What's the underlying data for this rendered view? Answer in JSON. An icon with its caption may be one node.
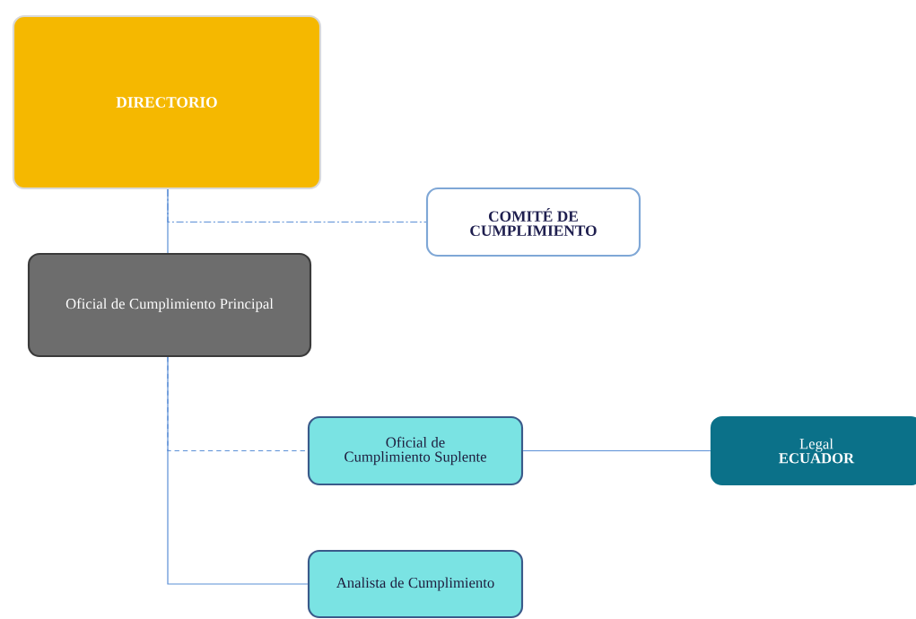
{
  "diagram": {
    "nodes": [
      {
        "text": [
          "DIRECTORIO"
        ]
      },
      {
        "text": [
          "COMITÉ DE CUMPLIMIENTO"
        ]
      },
      {
        "text": [
          "Oficial de Cumplimiento Principal"
        ]
      },
      {
        "text": [
          "Oficial de Cumplimiento Suplente"
        ]
      },
      {
        "text": [
          "Legal",
          "ECUADOR"
        ]
      },
      {
        "text": [
          "Analista de Cumplimiento"
        ]
      }
    ],
    "edges": [
      {
        "from": 0,
        "to": 2,
        "arrow": "none"
      },
      {
        "from": 0,
        "to": 1,
        "arrow": "none",
        "style": "dashed"
      },
      {
        "from": 2,
        "to": 3,
        "arrow": "none",
        "style": "dashed"
      },
      {
        "from": 2,
        "to": 5,
        "arrow": "none"
      },
      {
        "from": 3,
        "to": 4,
        "arrow": "none"
      }
    ]
  }
}
